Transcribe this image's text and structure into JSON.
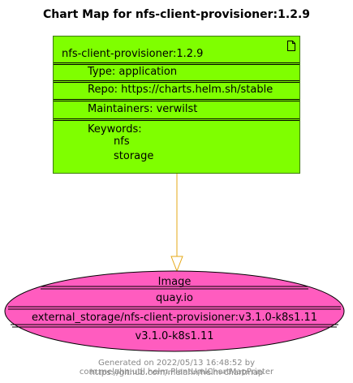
{
  "title": "Chart Map for nfs-client-provisioner:1.2.9",
  "chart": {
    "name": "nfs-client-provisioner:1.2.9",
    "type": "Type: application",
    "repo": "Repo: https://charts.helm.sh/stable",
    "maintainers": "Maintainers: verwilst",
    "keywords_label": "Keywords:",
    "keywords": [
      "nfs",
      "storage"
    ],
    "color": "#7fff00"
  },
  "image": {
    "label": "Image",
    "registry": "quay.io",
    "repository": "external_storage/nfs-client-provisioner:v3.1.0-k8s1.11",
    "tag": "v3.1.0-k8s1.11",
    "color": "#ff5cbf"
  },
  "footer": {
    "line1": "Generated on 2022/05/13 16:48:52 by com.melahn.util.helm.PlantUmlChartMapPrinter",
    "line2": "https://github.com/melahn/helm-chartmap"
  },
  "link_color": "#e6a817"
}
